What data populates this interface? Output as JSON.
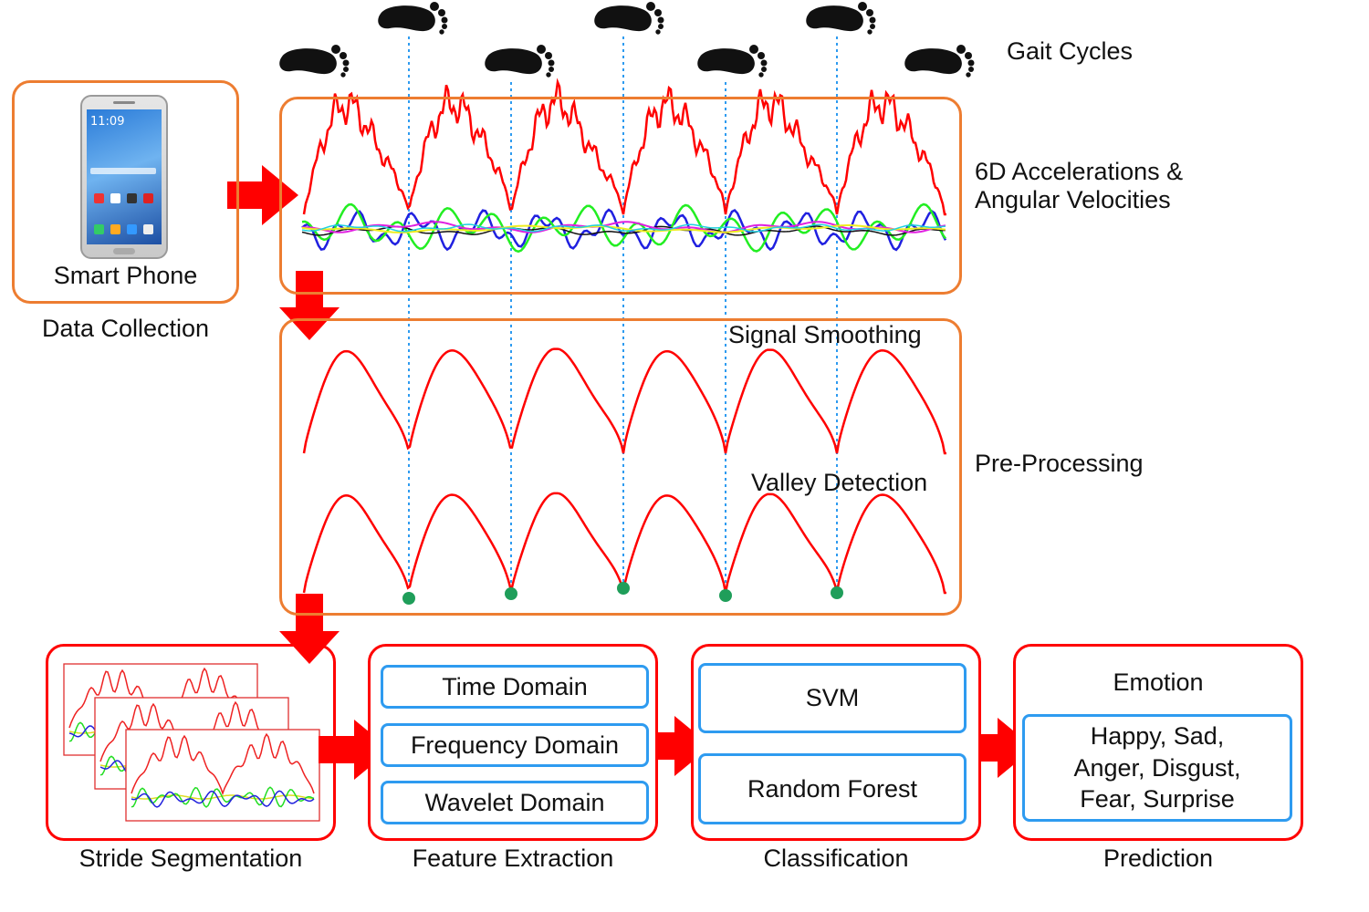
{
  "gait_cycles_label": "Gait Cycles",
  "data_collection": {
    "device_label": "Smart Phone",
    "caption": "Data Collection",
    "phone_clock": "11:09"
  },
  "raw_signals_label": "6D Accelerations & Angular Velocities",
  "preprocessing": {
    "smoothing_label": "Signal Smoothing",
    "valley_label": "Valley Detection",
    "caption": "Pre-Processing"
  },
  "stages": {
    "stride_segmentation": {
      "caption": "Stride Segmentation"
    },
    "feature_extraction": {
      "caption": "Feature Extraction",
      "items": [
        "Time Domain",
        "Frequency Domain",
        "Wavelet Domain"
      ]
    },
    "classification": {
      "caption": "Classification",
      "items": [
        "SVM",
        "Random Forest"
      ]
    },
    "prediction": {
      "caption": "Prediction",
      "title": "Emotion",
      "classes": "Happy, Sad,\nAnger, Disgust,\nFear, Surprise"
    }
  },
  "colors": {
    "module_border": "#ED7D31",
    "stage_border": "#FF0000",
    "inner_box_border": "#2E9BF0",
    "arrow": "#FF0000",
    "signal_main": "#FF0000",
    "valley_marker": "#1F9E5A",
    "gait_divider": "#2E9BF0"
  },
  "icons": {
    "footprint": "footprint-icon",
    "arrow": "arrow-right-icon"
  }
}
